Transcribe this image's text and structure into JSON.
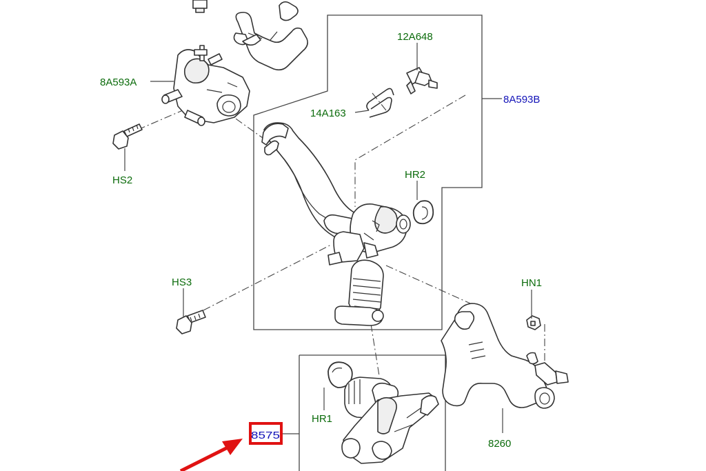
{
  "labels": {
    "l_12a648": "12A648",
    "l_8a593a": "8A593A",
    "l_8a593b": "8A593B",
    "l_14a163": "14A163",
    "l_hs2": "HS2",
    "l_hr2": "HR2",
    "l_hs3": "HS3",
    "l_hn1": "HN1",
    "l_hr1": "HR1",
    "l_8260": "8260",
    "l_8575": "8575"
  },
  "colors": {
    "label_green": "#0b6b0b",
    "label_blue": "#1212b8",
    "highlight_red": "#e01212",
    "line": "#333333"
  },
  "icons": {
    "arrow": "red-pointer-arrow",
    "highlight": "red-highlight-box"
  }
}
